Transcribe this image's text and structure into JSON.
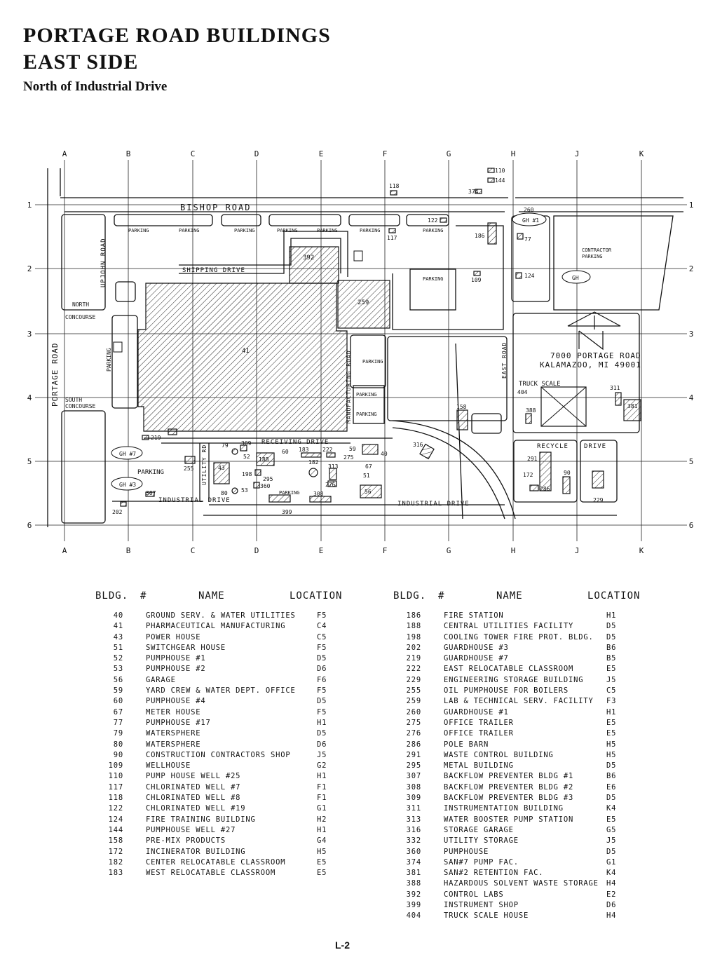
{
  "title_line1": "PORTAGE ROAD BUILDINGS",
  "title_line2": "EAST SIDE",
  "subtitle": "North of Industrial Drive",
  "page_number": "L-2",
  "map": {
    "col_letters": [
      "A",
      "B",
      "C",
      "D",
      "E",
      "F",
      "G",
      "H",
      "J",
      "K"
    ],
    "row_numbers": [
      "1",
      "2",
      "3",
      "4",
      "5",
      "6"
    ],
    "roads": {
      "bishop": "BISHOP ROAD",
      "portage": "PORTAGE ROAD",
      "upjohn": "UPJOHN ROAD",
      "shipping": "SHIPPING DRIVE",
      "receiving": "RECEIVING DRIVE",
      "manufacturing": "MANUFACTURING ROAD",
      "utility": "UTILITY RD",
      "east": "EAST ROAD",
      "industrial": "INDUSTRIAL DRIVE",
      "recycle": "RECYCLE",
      "drive": "DRIVE"
    },
    "labels": {
      "north_concourse": "NORTH",
      "concourse": "CONCOURSE",
      "south_concourse": "SOUTH",
      "parking": "PARKING",
      "contractor": "CONTRACTOR",
      "truck_scale": "TRUCK SCALE",
      "address1": "7000 PORTAGE ROAD",
      "address2": "KALAMAZOO, MI  49001",
      "gh1": "GH #1",
      "gh": "GH",
      "gh7": "GH #7",
      "gh3": "GH #3"
    },
    "buildings": [
      "41",
      "392",
      "259",
      "118",
      "110",
      "144",
      "374",
      "122",
      "117",
      "260",
      "186",
      "77",
      "109",
      "124",
      "219",
      "255",
      "43",
      "79",
      "309",
      "52",
      "188",
      "60",
      "183",
      "222",
      "182",
      "198",
      "295",
      "53",
      "80",
      "360",
      "307",
      "202",
      "399",
      "308",
      "313",
      "275",
      "276",
      "59",
      "40",
      "67",
      "51",
      "56",
      "316",
      "158",
      "388",
      "404",
      "311",
      "381",
      "291",
      "172",
      "286",
      "90",
      "229"
    ]
  },
  "legend": {
    "headers": {
      "bldg": "BLDG.",
      "hash": "#",
      "name": "NAME",
      "location": "LOCATION"
    },
    "left": [
      {
        "num": "40",
        "name": "GROUND SERV. & WATER UTILITIES",
        "loc": "F5"
      },
      {
        "num": "41",
        "name": "PHARMACEUTICAL MANUFACTURING",
        "loc": "C4"
      },
      {
        "num": "43",
        "name": "POWER HOUSE",
        "loc": "C5"
      },
      {
        "num": "51",
        "name": "SWITCHGEAR HOUSE",
        "loc": "F5"
      },
      {
        "num": "52",
        "name": "PUMPHOUSE #1",
        "loc": "D5"
      },
      {
        "num": "53",
        "name": "PUMPHOUSE #2",
        "loc": "D6"
      },
      {
        "num": "56",
        "name": "GARAGE",
        "loc": "F6"
      },
      {
        "num": "59",
        "name": "YARD CREW & WATER DEPT. OFFICE",
        "loc": "F5"
      },
      {
        "num": "60",
        "name": "PUMPHOUSE #4",
        "loc": "D5"
      },
      {
        "num": "67",
        "name": "METER HOUSE",
        "loc": "F5"
      },
      {
        "num": "77",
        "name": "PUMPHOUSE #17",
        "loc": "H1"
      },
      {
        "num": "79",
        "name": "WATERSPHERE",
        "loc": "D5"
      },
      {
        "num": "80",
        "name": "WATERSPHERE",
        "loc": "D6"
      },
      {
        "num": "90",
        "name": "CONSTRUCTION CONTRACTORS SHOP",
        "loc": "J5"
      },
      {
        "num": "109",
        "name": "WELLHOUSE",
        "loc": "G2"
      },
      {
        "num": "110",
        "name": "PUMP HOUSE WELL #25",
        "loc": "H1"
      },
      {
        "num": "117",
        "name": "CHLORINATED WELL #7",
        "loc": "F1"
      },
      {
        "num": "118",
        "name": "CHLORINATED WELL #8",
        "loc": "F1"
      },
      {
        "num": "122",
        "name": "CHLORINATED WELL #19",
        "loc": "G1"
      },
      {
        "num": "124",
        "name": "FIRE TRAINING BUILDING",
        "loc": "H2"
      },
      {
        "num": "144",
        "name": "PUMPHOUSE WELL #27",
        "loc": "H1"
      },
      {
        "num": "158",
        "name": "PRE-MIX PRODUCTS",
        "loc": "G4"
      },
      {
        "num": "172",
        "name": "INCINERATOR BUILDING",
        "loc": "H5"
      },
      {
        "num": "182",
        "name": "CENTER RELOCATABLE CLASSROOM",
        "loc": "E5"
      },
      {
        "num": "183",
        "name": "WEST RELOCATABLE CLASSROOM",
        "loc": "E5"
      }
    ],
    "right": [
      {
        "num": "186",
        "name": "FIRE STATION",
        "loc": "H1"
      },
      {
        "num": "188",
        "name": "CENTRAL UTILITIES FACILITY",
        "loc": "D5"
      },
      {
        "num": "198",
        "name": "COOLING TOWER FIRE PROT. BLDG.",
        "loc": "D5"
      },
      {
        "num": "202",
        "name": "GUARDHOUSE #3",
        "loc": "B6"
      },
      {
        "num": "219",
        "name": "GUARDHOUSE #7",
        "loc": "B5"
      },
      {
        "num": "222",
        "name": "EAST RELOCATABLE CLASSROOM",
        "loc": "E5"
      },
      {
        "num": "229",
        "name": "ENGINEERING STORAGE BUILDING",
        "loc": "J5"
      },
      {
        "num": "255",
        "name": "OIL PUMPHOUSE FOR BOILERS",
        "loc": "C5"
      },
      {
        "num": "259",
        "name": "LAB & TECHNICAL SERV. FACILITY",
        "loc": "F3"
      },
      {
        "num": "260",
        "name": "GUARDHOUSE #1",
        "loc": "H1"
      },
      {
        "num": "275",
        "name": "OFFICE TRAILER",
        "loc": "E5"
      },
      {
        "num": "276",
        "name": "OFFICE TRAILER",
        "loc": "E5"
      },
      {
        "num": "286",
        "name": "POLE BARN",
        "loc": "H5"
      },
      {
        "num": "291",
        "name": "WASTE CONTROL BUILDING",
        "loc": "H5"
      },
      {
        "num": "295",
        "name": "METAL BUILDING",
        "loc": "D5"
      },
      {
        "num": "307",
        "name": "BACKFLOW PREVENTER BLDG #1",
        "loc": "B6"
      },
      {
        "num": "308",
        "name": "BACKFLOW PREVENTER BLDG #2",
        "loc": "E6"
      },
      {
        "num": "309",
        "name": "BACKFLOW PREVENTER BLDG #3",
        "loc": "D5"
      },
      {
        "num": "311",
        "name": "INSTRUMENTATION BUILDING",
        "loc": "K4"
      },
      {
        "num": "313",
        "name": "WATER BOOSTER PUMP STATION",
        "loc": "E5"
      },
      {
        "num": "316",
        "name": "STORAGE GARAGE",
        "loc": "G5"
      },
      {
        "num": "332",
        "name": "UTILITY STORAGE",
        "loc": "J5"
      },
      {
        "num": "360",
        "name": "PUMPHOUSE",
        "loc": "D5"
      },
      {
        "num": "374",
        "name": "SAN#7 PUMP FAC.",
        "loc": "G1"
      },
      {
        "num": "381",
        "name": "SAN#2 RETENTION FAC.",
        "loc": "K4"
      },
      {
        "num": "388",
        "name": "HAZARDOUS SOLVENT WASTE STORAGE",
        "loc": "H4"
      },
      {
        "num": "392",
        "name": "CONTROL LABS",
        "loc": "E2"
      },
      {
        "num": "399",
        "name": "INSTRUMENT SHOP",
        "loc": "D6"
      },
      {
        "num": "404",
        "name": "TRUCK SCALE HOUSE",
        "loc": "H4"
      }
    ]
  }
}
